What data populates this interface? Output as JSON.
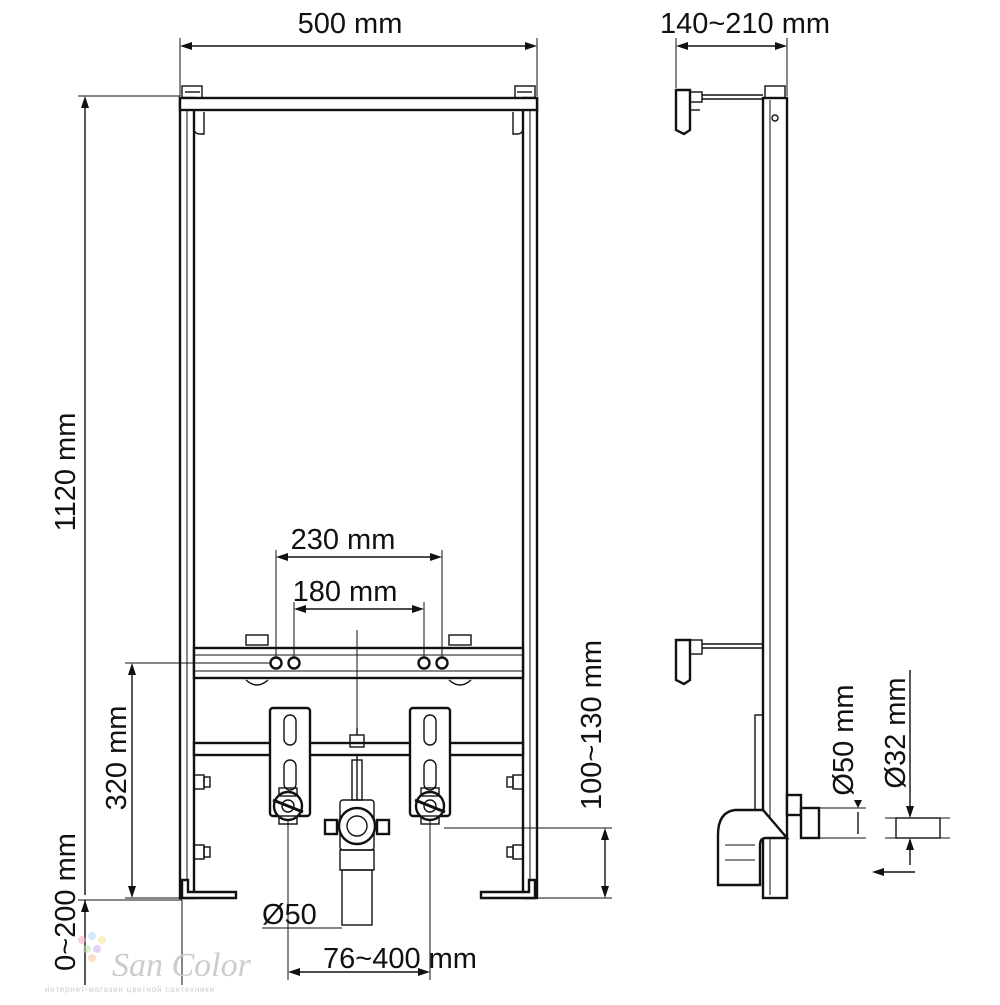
{
  "dimensions": {
    "frame_width": "500 mm",
    "depth": "140~210 mm",
    "height": "1120 mm",
    "outer_connections": "230 mm",
    "inner_connections": "180 mm",
    "connection_height": "320 mm",
    "adjustment": "100~130 mm",
    "leg_adjustment": "0~200 mm",
    "drain_diameter": "Ø50",
    "drain_offset": "76~400 mm",
    "side_drain_diameter": "Ø50 mm",
    "side_pipe_diameter": "Ø32 mm"
  },
  "watermark": {
    "name": "San Color",
    "tagline": "интернет-магазин цветной сантехники"
  },
  "colors": {
    "line": "#111111",
    "watermark": "#cccccc"
  }
}
